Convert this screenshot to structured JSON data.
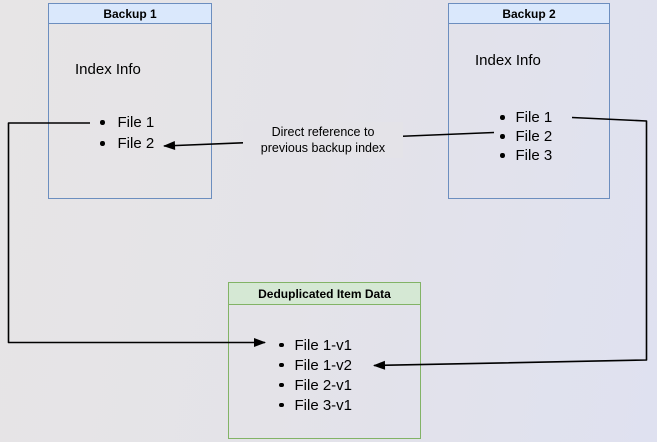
{
  "diagram": {
    "backup1": {
      "title": "Backup 1",
      "section_label": "Index Info",
      "files": [
        "File 1",
        "File 2"
      ]
    },
    "backup2": {
      "title": "Backup 2",
      "section_label": "Index Info",
      "files": [
        "File 1",
        "File 2",
        "File 3"
      ]
    },
    "dedup": {
      "title": "Deduplicated Item Data",
      "items": [
        "File 1-v1",
        "File 1-v2",
        "File 2-v1",
        "File 3-v1"
      ]
    },
    "edge_label": {
      "line1": "Direct reference to",
      "line2": "previous backup index"
    },
    "colors": {
      "blue_fill": "#dae8fc",
      "blue_stroke": "#6c8ebf",
      "green_fill": "#d5e8d4",
      "green_stroke": "#82b366",
      "arrow": "#000000",
      "canvas": "#e4e3e8"
    }
  }
}
